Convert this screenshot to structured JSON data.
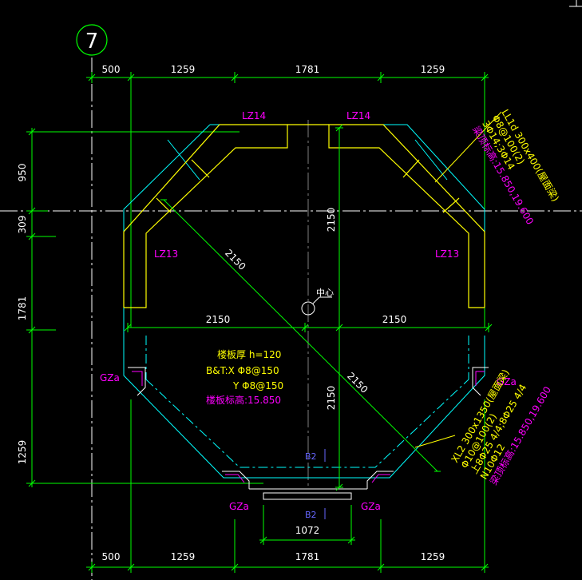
{
  "colors": {
    "background": "#000000",
    "dimension": "#00ff00",
    "axis": "#ffffff",
    "wall": "#ffff00",
    "beam_hidden": "#00ffff",
    "column_label": "#ff00ff",
    "white_line": "#ffffff",
    "blue_label": "#6666ff"
  },
  "grid_bubble": "7",
  "dims_top": [
    "500",
    "1259",
    "1781",
    "1259"
  ],
  "dims_bottom": [
    "500",
    "1259",
    "1781",
    "1259"
  ],
  "dims_left": [
    "950",
    "309",
    "1781",
    "1259"
  ],
  "columns": {
    "lz14_left": "LZ14",
    "lz14_right": "LZ14",
    "lz13_left": "LZ13",
    "lz13_right": "LZ13",
    "gza_left": "GZa",
    "gza_right": "GZa",
    "gza_bottom_left": "GZa",
    "gza_bottom_right": "GZa"
  },
  "inner_dims": {
    "h_left": "2150",
    "h_right": "2150",
    "v_top": "2150",
    "v_bottom": "2150",
    "diag_upper": "2150",
    "diag_lower": "2150",
    "opening": "1072"
  },
  "center_label": "中心",
  "slab": {
    "thickness": "楼板厚 h=120",
    "bt_x": "B&T:X Φ8@150",
    "y": "Y Φ8@150",
    "elevation": "楼板标高:15.850"
  },
  "beam_ll1d": {
    "line1": "LL1d 300x400(屋面梁)",
    "line2": "Φ8@100(2)",
    "line3": "3Φ14;3Φ14",
    "line4": "梁顶标高:15.850,19.600"
  },
  "beam_xl2": {
    "line1": "XL2 300x1350(屋面梁)",
    "line2": "Φ10@100(2)",
    "line3": "上8Φ25 4/4;8Φ25 4/4",
    "line4": "N10Φ12",
    "line5": "梁顶标高:15.850,19.600"
  },
  "b2_labels": [
    "B2",
    "B2"
  ]
}
